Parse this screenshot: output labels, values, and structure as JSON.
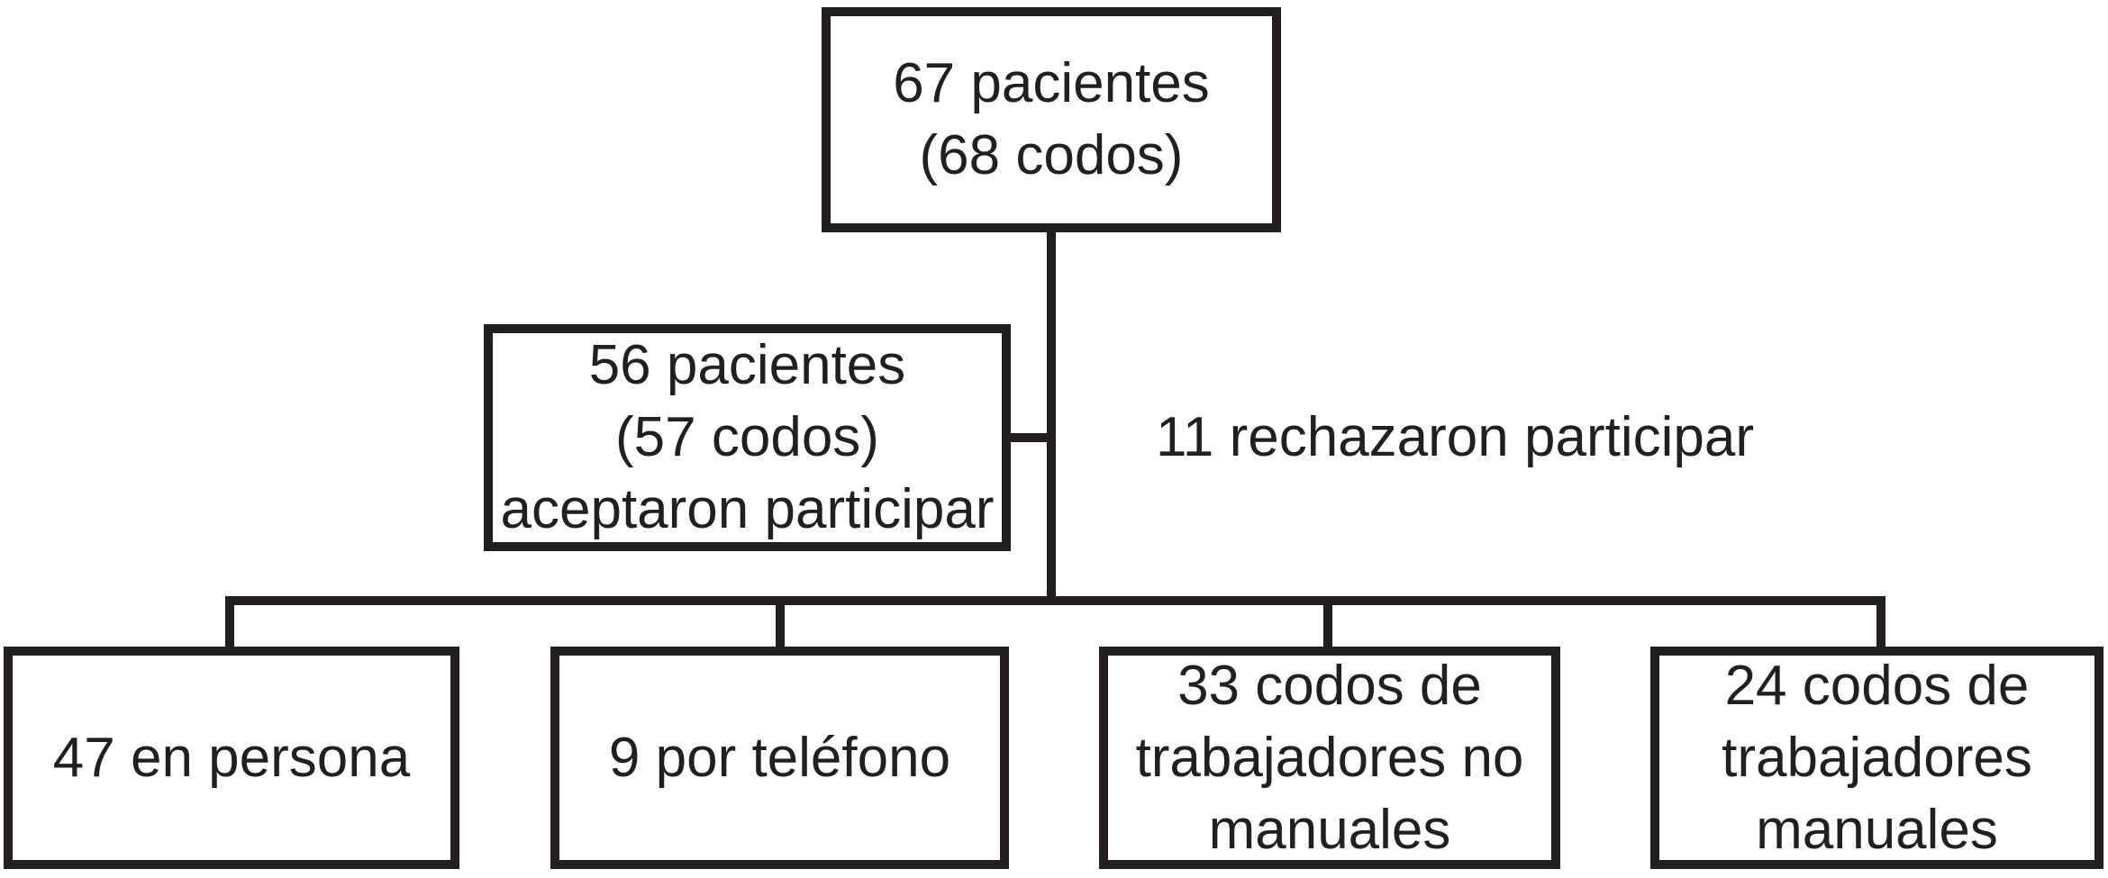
{
  "figure": {
    "type": "patient-flow-diagram",
    "background": "#ffffff",
    "ink": "#231f20"
  },
  "flow": {
    "total": {
      "lines": [
        "67 pacientes",
        "(68 codos)"
      ]
    },
    "accepted": {
      "lines": [
        "56 pacientes",
        "(57 codos)",
        "aceptaron participar"
      ]
    },
    "rejected": {
      "label": "11 rechazaron participar"
    },
    "outcomes": [
      {
        "lines": [
          "47 en persona"
        ]
      },
      {
        "lines": [
          "9 por teléfono"
        ]
      },
      {
        "lines": [
          "33 codos de",
          "trabajadores no",
          "manuales"
        ]
      },
      {
        "lines": [
          "24 codos de",
          "trabajadores",
          "manuales"
        ]
      }
    ]
  }
}
